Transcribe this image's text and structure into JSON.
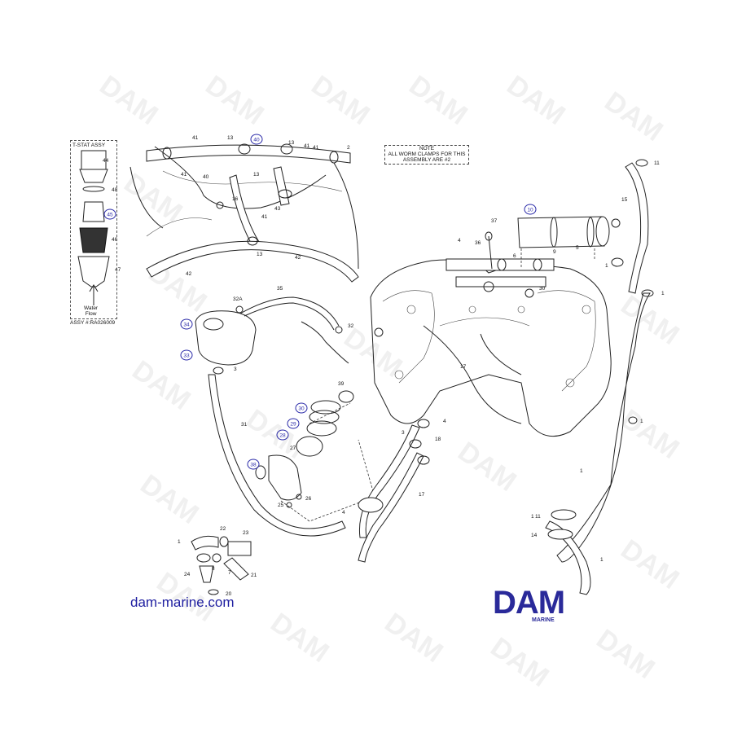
{
  "note": {
    "line1": "NOTE",
    "line2": "ALL WORM CLAMPS FOR THIS",
    "line3": "ASSEMBLY ARE #2"
  },
  "tstat": {
    "title": "T-STAT ASSY",
    "flow_line1": "Water",
    "flow_line2": "Flow",
    "assy": "ASSY #:RA026009"
  },
  "brand": {
    "site": "dam-marine.com",
    "logo": "DAM",
    "logo_sub": "MARINE",
    "watermark": "DAM",
    "logo_color": "#2a2a9a"
  },
  "callouts": [
    "40",
    "45",
    "10",
    "34",
    "33",
    "30",
    "29",
    "28",
    "38"
  ],
  "part_labels": [
    "41",
    "13",
    "41",
    "2",
    "13",
    "41",
    "41",
    "40",
    "13",
    "16",
    "43",
    "41",
    "13",
    "42",
    "42",
    "44",
    "48",
    "46",
    "47",
    "35",
    "32A",
    "32",
    "3",
    "31",
    "39",
    "27",
    "26",
    "25",
    "4",
    "17",
    "17",
    "3",
    "18",
    "4",
    "4",
    "36",
    "37",
    "9",
    "5",
    "6",
    "30",
    "15",
    "11",
    "1",
    "1",
    "1",
    "1",
    "11",
    "1",
    "14",
    "1",
    "1",
    "22",
    "23",
    "24",
    "7",
    "21",
    "20",
    "8"
  ]
}
